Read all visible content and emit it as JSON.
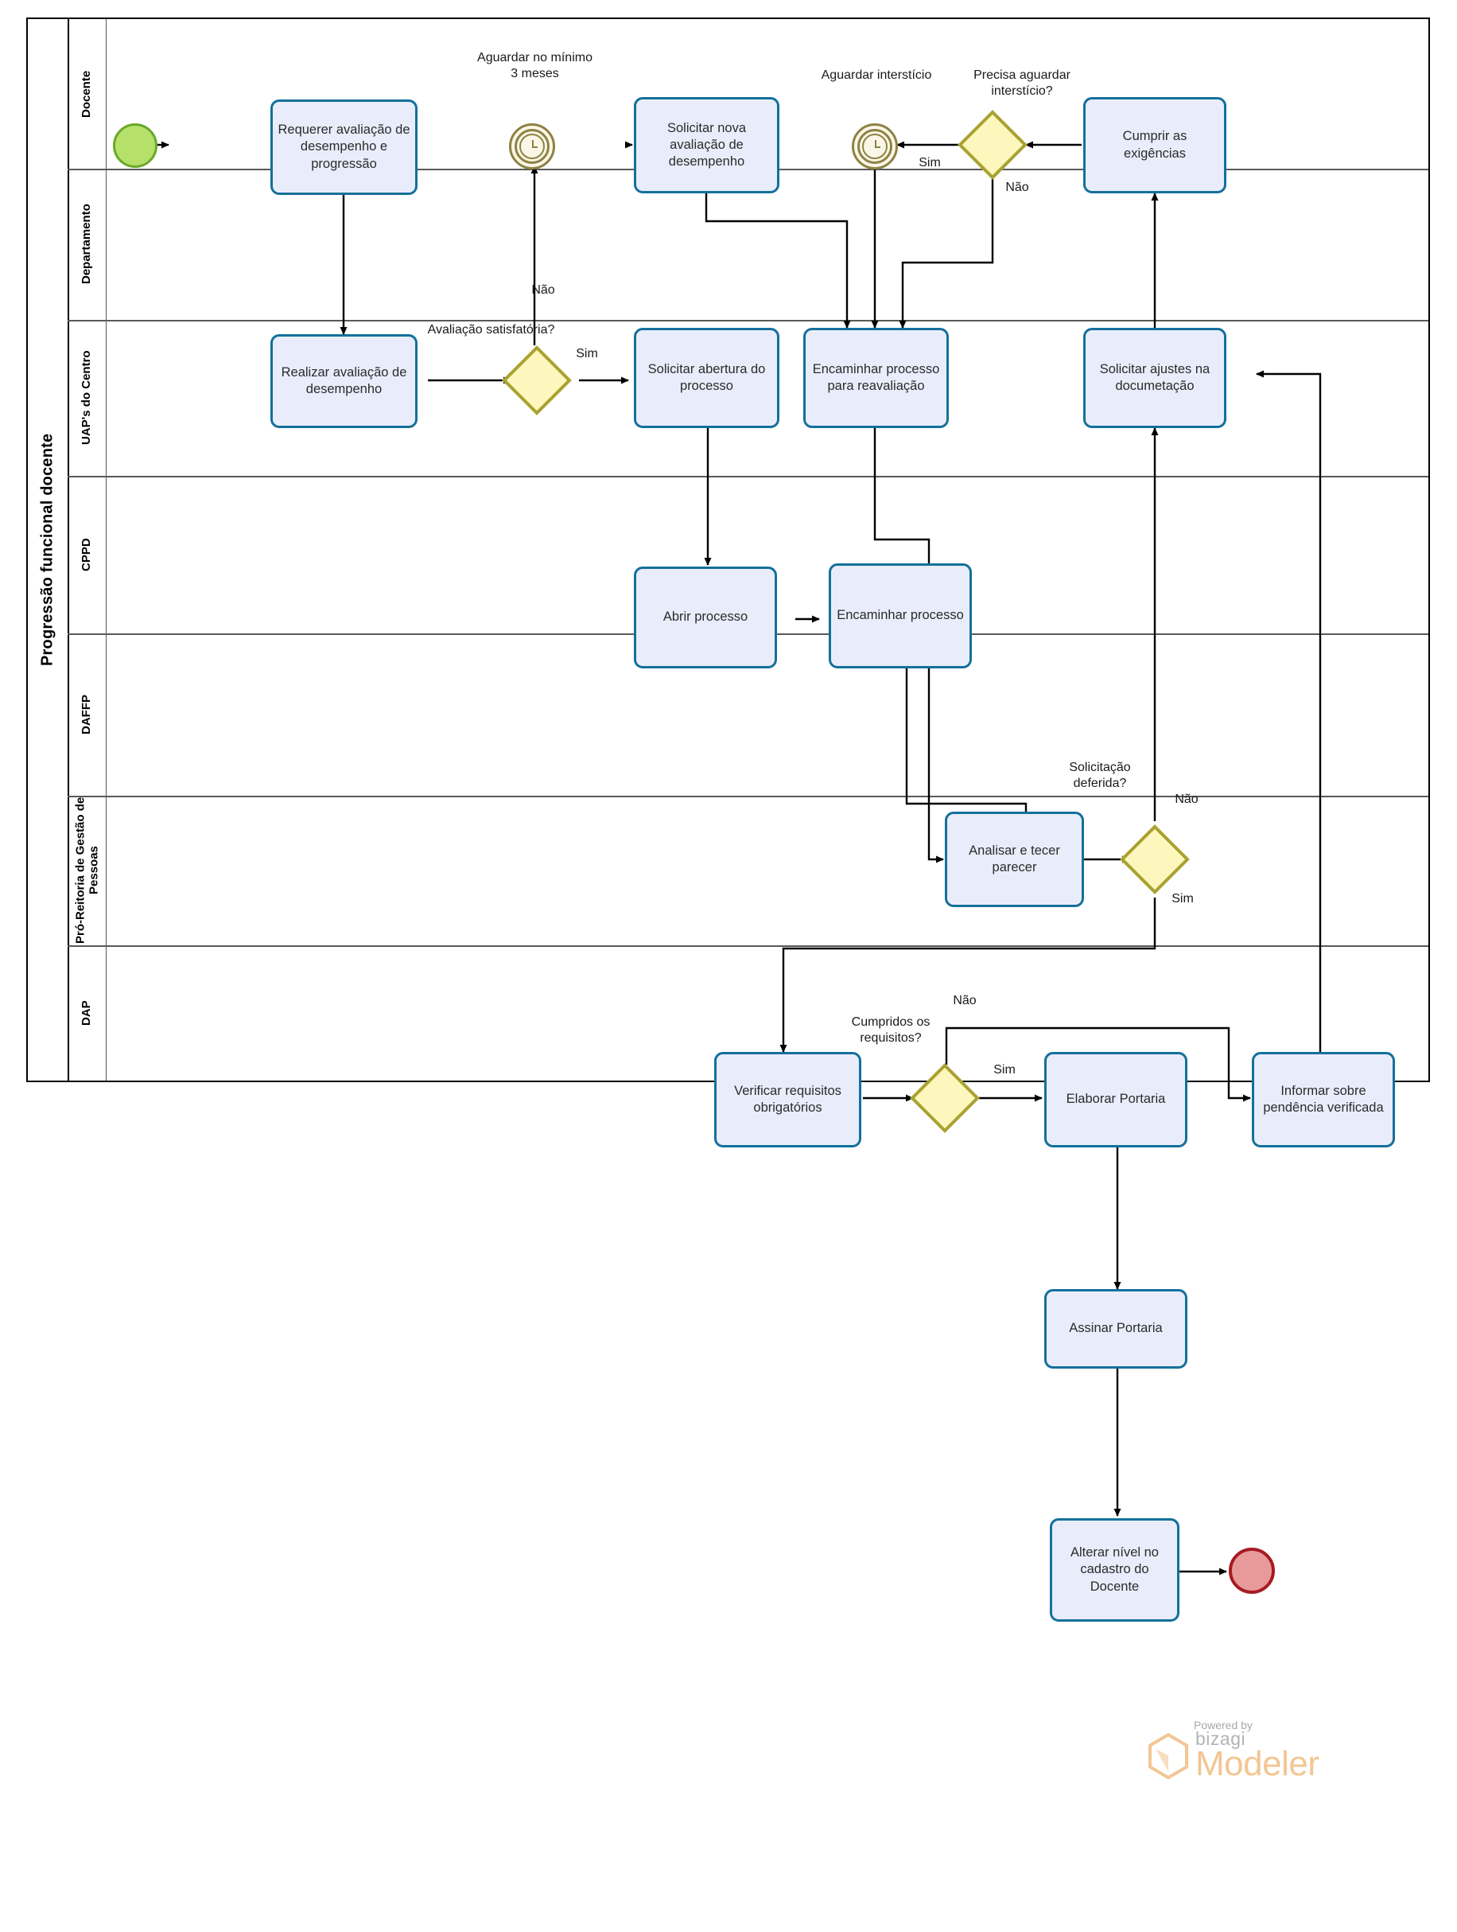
{
  "pool": {
    "title": "Progressão funcional docente"
  },
  "lanes": [
    {
      "id": "docente",
      "label": "Docente"
    },
    {
      "id": "departamento",
      "label": "Departamento"
    },
    {
      "id": "uaps",
      "label": "UAP's do Centro"
    },
    {
      "id": "cppd",
      "label": "CPPD"
    },
    {
      "id": "daffp",
      "label": "DAFFP"
    },
    {
      "id": "progep",
      "label": "Pró-Reitoria de Gestão de Pessoas"
    },
    {
      "id": "dap",
      "label": "DAP"
    }
  ],
  "tasks": [
    {
      "id": "t1",
      "label": "Requerer avaliação de desempenho e progressão",
      "lane": "docente"
    },
    {
      "id": "t2",
      "label": "Solicitar nova avaliação de desempenho",
      "lane": "docente"
    },
    {
      "id": "t3",
      "label": "Cumprir as exigências",
      "lane": "docente"
    },
    {
      "id": "t4",
      "label": "Realizar avaliação de desempenho",
      "lane": "departamento"
    },
    {
      "id": "t5",
      "label": "Solicitar abertura do processo",
      "lane": "departamento"
    },
    {
      "id": "t6",
      "label": "Encaminhar processo para reavaliação",
      "lane": "departamento"
    },
    {
      "id": "t7",
      "label": "Solicitar ajustes na documetação",
      "lane": "departamento"
    },
    {
      "id": "t8",
      "label": "Abrir processo",
      "lane": "uaps"
    },
    {
      "id": "t9",
      "label": "Encaminhar processo",
      "lane": "uaps"
    },
    {
      "id": "t10",
      "label": "Analisar e tecer parecer",
      "lane": "cppd"
    },
    {
      "id": "t11",
      "label": "Verificar requisitos obrigatórios",
      "lane": "daffp"
    },
    {
      "id": "t12",
      "label": "Elaborar Portaria",
      "lane": "daffp"
    },
    {
      "id": "t13",
      "label": "Informar sobre pendência verificada",
      "lane": "daffp"
    },
    {
      "id": "t14",
      "label": "Assinar Portaria",
      "lane": "progep"
    },
    {
      "id": "t15",
      "label": "Alterar nível no cadastro do Docente",
      "lane": "dap"
    }
  ],
  "events": [
    {
      "id": "e_start",
      "type": "start-event",
      "lane": "docente"
    },
    {
      "id": "e_timer1",
      "type": "timer-event",
      "lane": "docente",
      "label": "Aguardar no mínimo 3 meses"
    },
    {
      "id": "e_timer2",
      "type": "timer-event",
      "lane": "docente",
      "label": "Aguardar interstício"
    },
    {
      "id": "e_end",
      "type": "end-event",
      "lane": "dap"
    }
  ],
  "gateways": [
    {
      "id": "g1",
      "label": "Avaliação satisfatória?",
      "lane": "departamento"
    },
    {
      "id": "g2",
      "label": "Precisa aguardar interstício?",
      "lane": "docente"
    },
    {
      "id": "g3",
      "label": "Solicitação deferida?",
      "lane": "cppd"
    },
    {
      "id": "g4",
      "label": "Cumpridos os requisitos?",
      "lane": "daffp"
    }
  ],
  "flow_labels": {
    "g1_nao": "Não",
    "g1_sim": "Sim",
    "g2_sim": "Sim",
    "g2_nao": "Não",
    "g3_nao": "Não",
    "g3_sim": "Sim",
    "g4_nao": "Não",
    "g4_sim": "Sim"
  },
  "branding": {
    "powered": "Powered by",
    "bizagi": "bizagi",
    "modeler": "Modeler"
  },
  "colors": {
    "task_fill": "#e9edfb",
    "task_border": "#14709b",
    "gateway_fill": "#fdf7bd",
    "gateway_border": "#a9a232",
    "start_fill": "#b5e06a",
    "start_border": "#6aa82a",
    "end_fill": "#e89a9a",
    "end_border": "#a71b20",
    "timer_border": "#8e8242",
    "lane_border": "#595959",
    "pool_border": "#000000",
    "brand_orange": "#f3c694"
  }
}
